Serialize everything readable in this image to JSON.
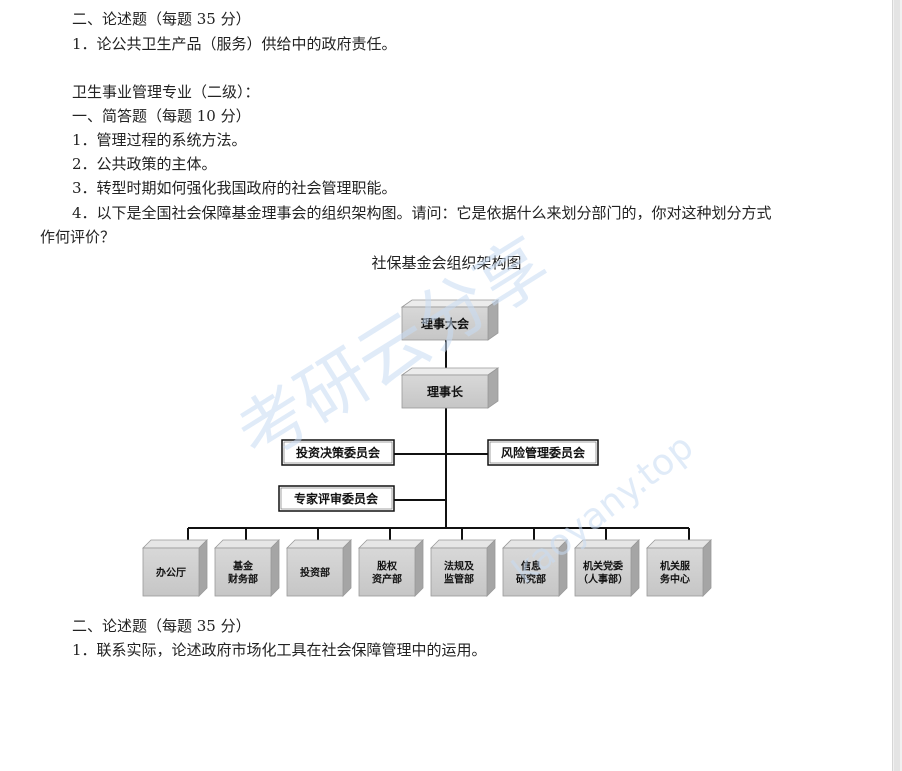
{
  "lines": {
    "l1": "二、论述题（每题 35 分）",
    "l2": "1．论公共卫生产品（服务）供给中的政府责任。",
    "l3": "卫生事业管理专业（二级）：",
    "l4": "一、简答题（每题 10 分）",
    "l5": "1．管理过程的系统方法。",
    "l6": "2．公共政策的主体。",
    "l7": "3．转型时期如何强化我国政府的社会管理职能。",
    "l8": "4．以下是全国社会保障基金理事会的组织架构图。请问：它是依据什么来划分部门的，你对这种划分方式",
    "l9": "作何评价？",
    "l10": "二、论述题（每题 35 分）",
    "l11": "1．联系实际，论述政府市场化工具在社会保障管理中的运用。"
  },
  "chart": {
    "caption": "社保基金会组织架构图",
    "board": "理事大会",
    "chair": "理事长",
    "investment_committee": "投资决策委员会",
    "risk_committee": "风险管理委员会",
    "expert_committee": "专家评审委员会",
    "departments": [
      [
        "办公厅"
      ],
      [
        "基金",
        "财务部"
      ],
      [
        "投资部"
      ],
      [
        "股权",
        "资产部"
      ],
      [
        "法规及",
        "监管部"
      ],
      [
        "信息",
        "研究部"
      ],
      [
        "机关党委",
        "（人事部）"
      ],
      [
        "机关服",
        "务中心"
      ]
    ]
  },
  "watermark": {
    "text1": "考研云分享",
    "text2": "kaoyany.top"
  }
}
